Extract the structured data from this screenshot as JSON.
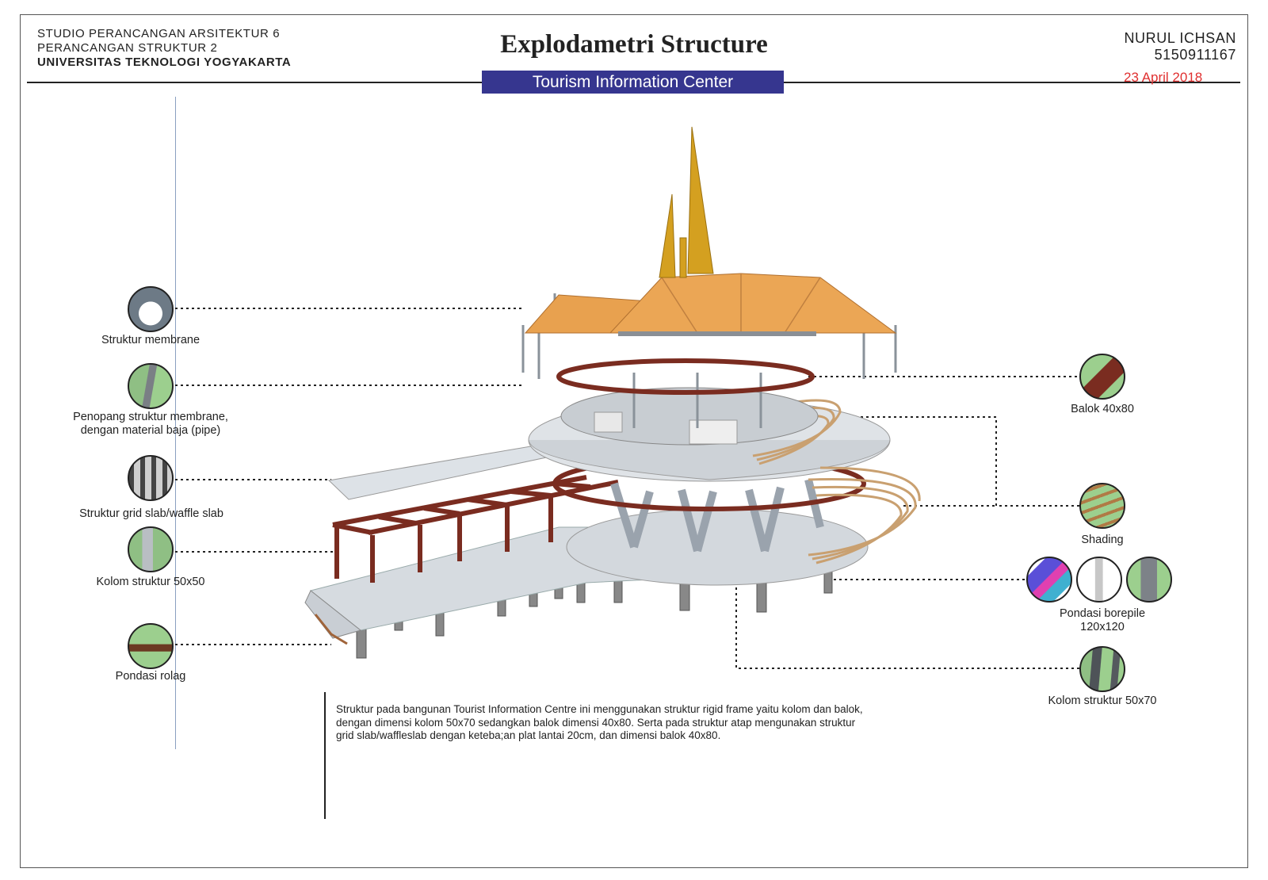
{
  "header": {
    "studio": "STUDIO PERANCANGAN ARSITEKTUR 6",
    "course": "PERANCANGAN STRUKTUR 2",
    "university": "UNIVERSITAS TEKNOLOGI YOGYAKARTA",
    "title": "Explodametri Structure",
    "subtitle": "Tourism Information Center",
    "author": "NURUL ICHSAN",
    "student_id": "5150911167",
    "date": "23 April 2018"
  },
  "left_labels": {
    "membrane": "Struktur membrane",
    "penopang_1": "Penopang struktur membrane,",
    "penopang_2": "dengan material baja (pipe)",
    "grid_slab": "Struktur grid slab/waffle slab",
    "kolom_50": "Kolom struktur 50x50",
    "pondasi_rolag": "Pondasi rolag"
  },
  "right_labels": {
    "balok": "Balok 40x80",
    "shading": "Shading",
    "pondasi_bore_1": "Pondasi borepile",
    "pondasi_bore_2": "120x120",
    "kolom_70": "Kolom struktur 50x70"
  },
  "description": {
    "line1": "Struktur pada bangunan Tourist Information Centre ini menggunakan struktur rigid frame yaitu kolom dan balok,",
    "line2": "dengan dimensi kolom 50x70 sedangkan balok dimensi 40x80. Serta pada struktur atap mengunakan struktur",
    "line3": "grid slab/waffleslab dengan keteba;an plat lantai 20cm, dan dimensi balok 40x80."
  },
  "colors": {
    "banner": "#36368f",
    "date": "#e03030",
    "roof": "#e8a14f",
    "spire": "#d4a020",
    "steel_frame": "#7a2c20",
    "timber": "#a0643a",
    "slab": "#d6dbe0"
  }
}
